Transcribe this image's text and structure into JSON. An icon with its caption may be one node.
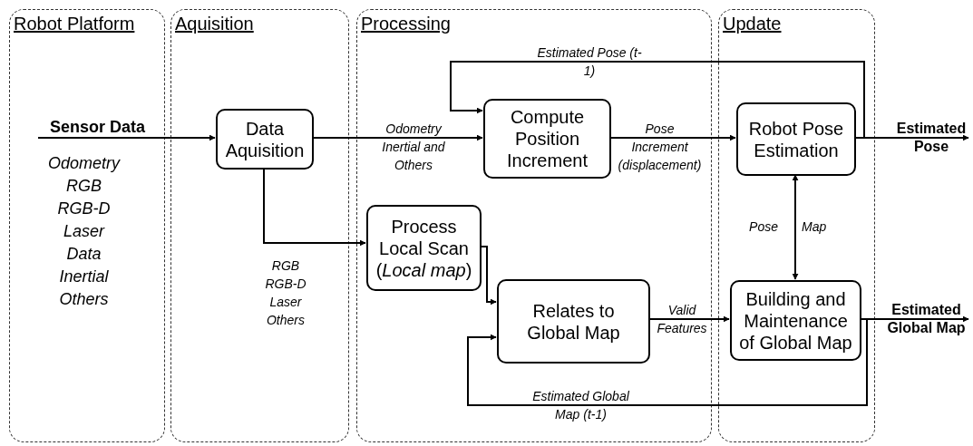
{
  "diagram": {
    "nodes": [
      {
        "text": [
          "Robot Platform"
        ]
      },
      {
        "text": [
          "Aquisition"
        ]
      },
      {
        "text": [
          "Processing"
        ]
      },
      {
        "text": [
          "Update"
        ]
      },
      {
        "text": [
          "Data Aquisition"
        ],
        "in": 1
      },
      {
        "text": [
          "Compute Position Increment"
        ],
        "in": 2
      },
      {
        "text": [
          "Process Local Scan (*Local map*)"
        ],
        "in": 2
      },
      {
        "text": [
          "Relates to Global Map"
        ],
        "in": 2
      },
      {
        "text": [
          "Robot Pose Estimation"
        ],
        "in": 3
      },
      {
        "text": [
          "Building and Maintenance of Global Map"
        ],
        "in": 3
      }
    ],
    "edges": [
      {
        "from": 0,
        "to": 4,
        "arrow": "to",
        "label": "Sensor Data"
      },
      {
        "from": 4,
        "to": 5,
        "arrow": "to",
        "label": "Odometry Inertial and Others"
      },
      {
        "from": 4,
        "to": 6,
        "arrow": "to",
        "label": "RGB RGB-D Laser Others"
      },
      {
        "from": 8,
        "to": 5,
        "arrow": "to",
        "label": "Estimated Pose (t-1)"
      },
      {
        "from": 5,
        "to": 8,
        "arrow": "to",
        "label": "Pose Increment (displacement)"
      },
      {
        "from": 6,
        "to": 7,
        "arrow": "to"
      },
      {
        "from": 9,
        "to": 7,
        "arrow": "to",
        "label": "Estimated Global Map (t-1)"
      },
      {
        "from": 7,
        "to": 9,
        "arrow": "to",
        "label": "Valid Features"
      },
      {
        "from": 8,
        "to": 9,
        "arrow": "both"
      },
      {
        "from": 8,
        "to": null,
        "arrow": "to",
        "label": "Estimated Pose"
      },
      {
        "from": 9,
        "to": null,
        "arrow": "to",
        "label": "Estimated Global Map"
      }
    ],
    "labels": [
      "Odometry RGB RGB-D Laser Data Inertial Others",
      "Pose",
      "Map"
    ]
  }
}
